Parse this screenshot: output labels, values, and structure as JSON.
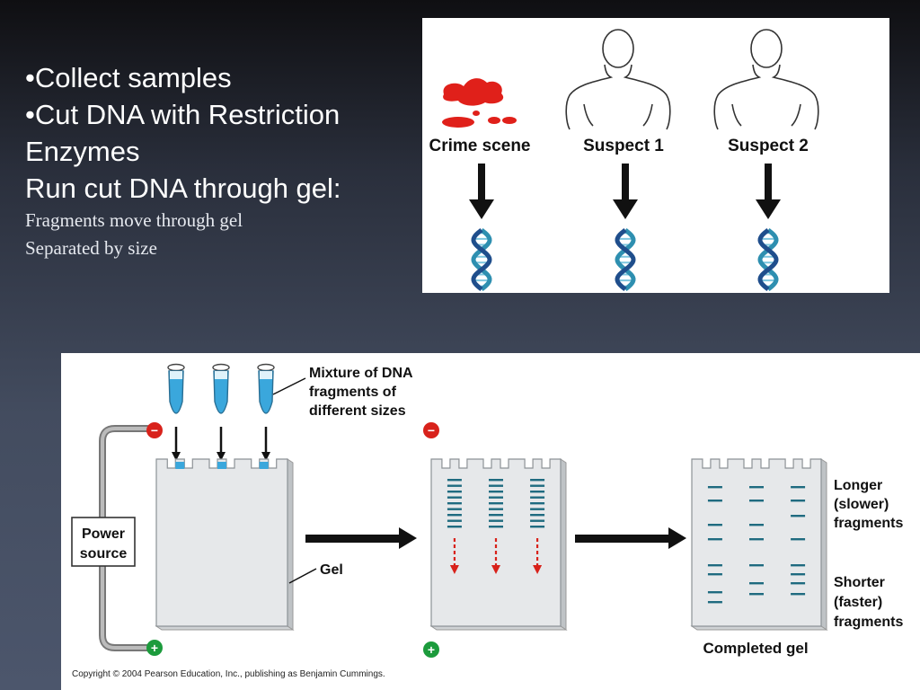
{
  "bullets": {
    "collect": "•Collect samples",
    "cut": "•Cut DNA with Restriction",
    "cut_cont": "Enzymes",
    "run": "Run cut DNA through gel:",
    "sub1": "Fragments move through gel",
    "sub2": "Separated by size"
  },
  "top_diagram": {
    "crime_scene": "Crime scene",
    "suspect1": "Suspect 1",
    "suspect2": "Suspect 2"
  },
  "bottom_diagram": {
    "mixture_line1": "Mixture of DNA",
    "mixture_line2": "fragments of",
    "mixture_line3": "different sizes",
    "power_line1": "Power",
    "power_line2": "source",
    "gel": "Gel",
    "completed_gel": "Completed gel",
    "longer_line1": "Longer",
    "longer_line2": "(slower)",
    "longer_line3": "fragments",
    "shorter_line1": "Shorter",
    "shorter_line2": "(faster)",
    "shorter_line3": "fragments",
    "minus": "−",
    "plus": "+",
    "copyright": "Copyright © 2004 Pearson Education, Inc., publishing as Benjamin Cummings."
  },
  "colors": {
    "dna_teal": "#2e8fb0",
    "dna_dark": "#1f4e8c",
    "blood": "#e0201a",
    "band": "#1f6b80",
    "tube_blue": "#3aa7dc",
    "minus_red": "#d8221b",
    "plus_green": "#1c9b3c"
  }
}
